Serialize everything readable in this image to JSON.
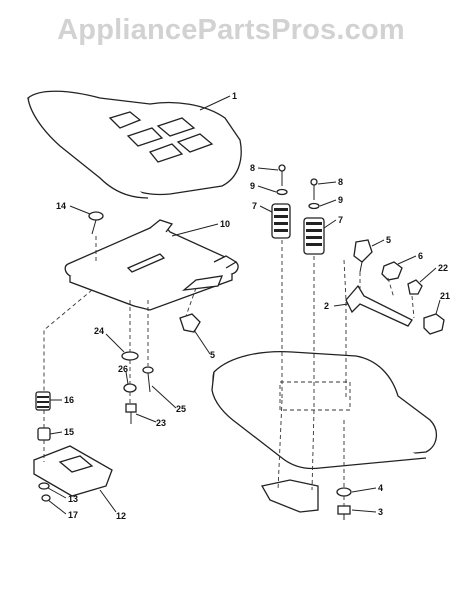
{
  "site": {
    "watermark": "AppliancePartsPros.com"
  },
  "callouts": [
    {
      "id": "c1",
      "label": "1"
    },
    {
      "id": "c8a",
      "label": "8"
    },
    {
      "id": "c9a",
      "label": "9"
    },
    {
      "id": "c7a",
      "label": "7"
    },
    {
      "id": "c8b",
      "label": "8"
    },
    {
      "id": "c9b",
      "label": "9"
    },
    {
      "id": "c7b",
      "label": "7"
    },
    {
      "id": "c14",
      "label": "14"
    },
    {
      "id": "c10",
      "label": "10"
    },
    {
      "id": "c5a",
      "label": "5"
    },
    {
      "id": "c6",
      "label": "6"
    },
    {
      "id": "c22",
      "label": "22"
    },
    {
      "id": "c2",
      "label": "2"
    },
    {
      "id": "c21",
      "label": "21"
    },
    {
      "id": "c24",
      "label": "24"
    },
    {
      "id": "c5b",
      "label": "5"
    },
    {
      "id": "c26",
      "label": "26"
    },
    {
      "id": "c25",
      "label": "25"
    },
    {
      "id": "c16",
      "label": "16"
    },
    {
      "id": "c15",
      "label": "15"
    },
    {
      "id": "c23",
      "label": "23"
    },
    {
      "id": "c13",
      "label": "13"
    },
    {
      "id": "c17",
      "label": "17"
    },
    {
      "id": "c12",
      "label": "12"
    },
    {
      "id": "c4",
      "label": "4"
    },
    {
      "id": "c3",
      "label": "3"
    }
  ]
}
